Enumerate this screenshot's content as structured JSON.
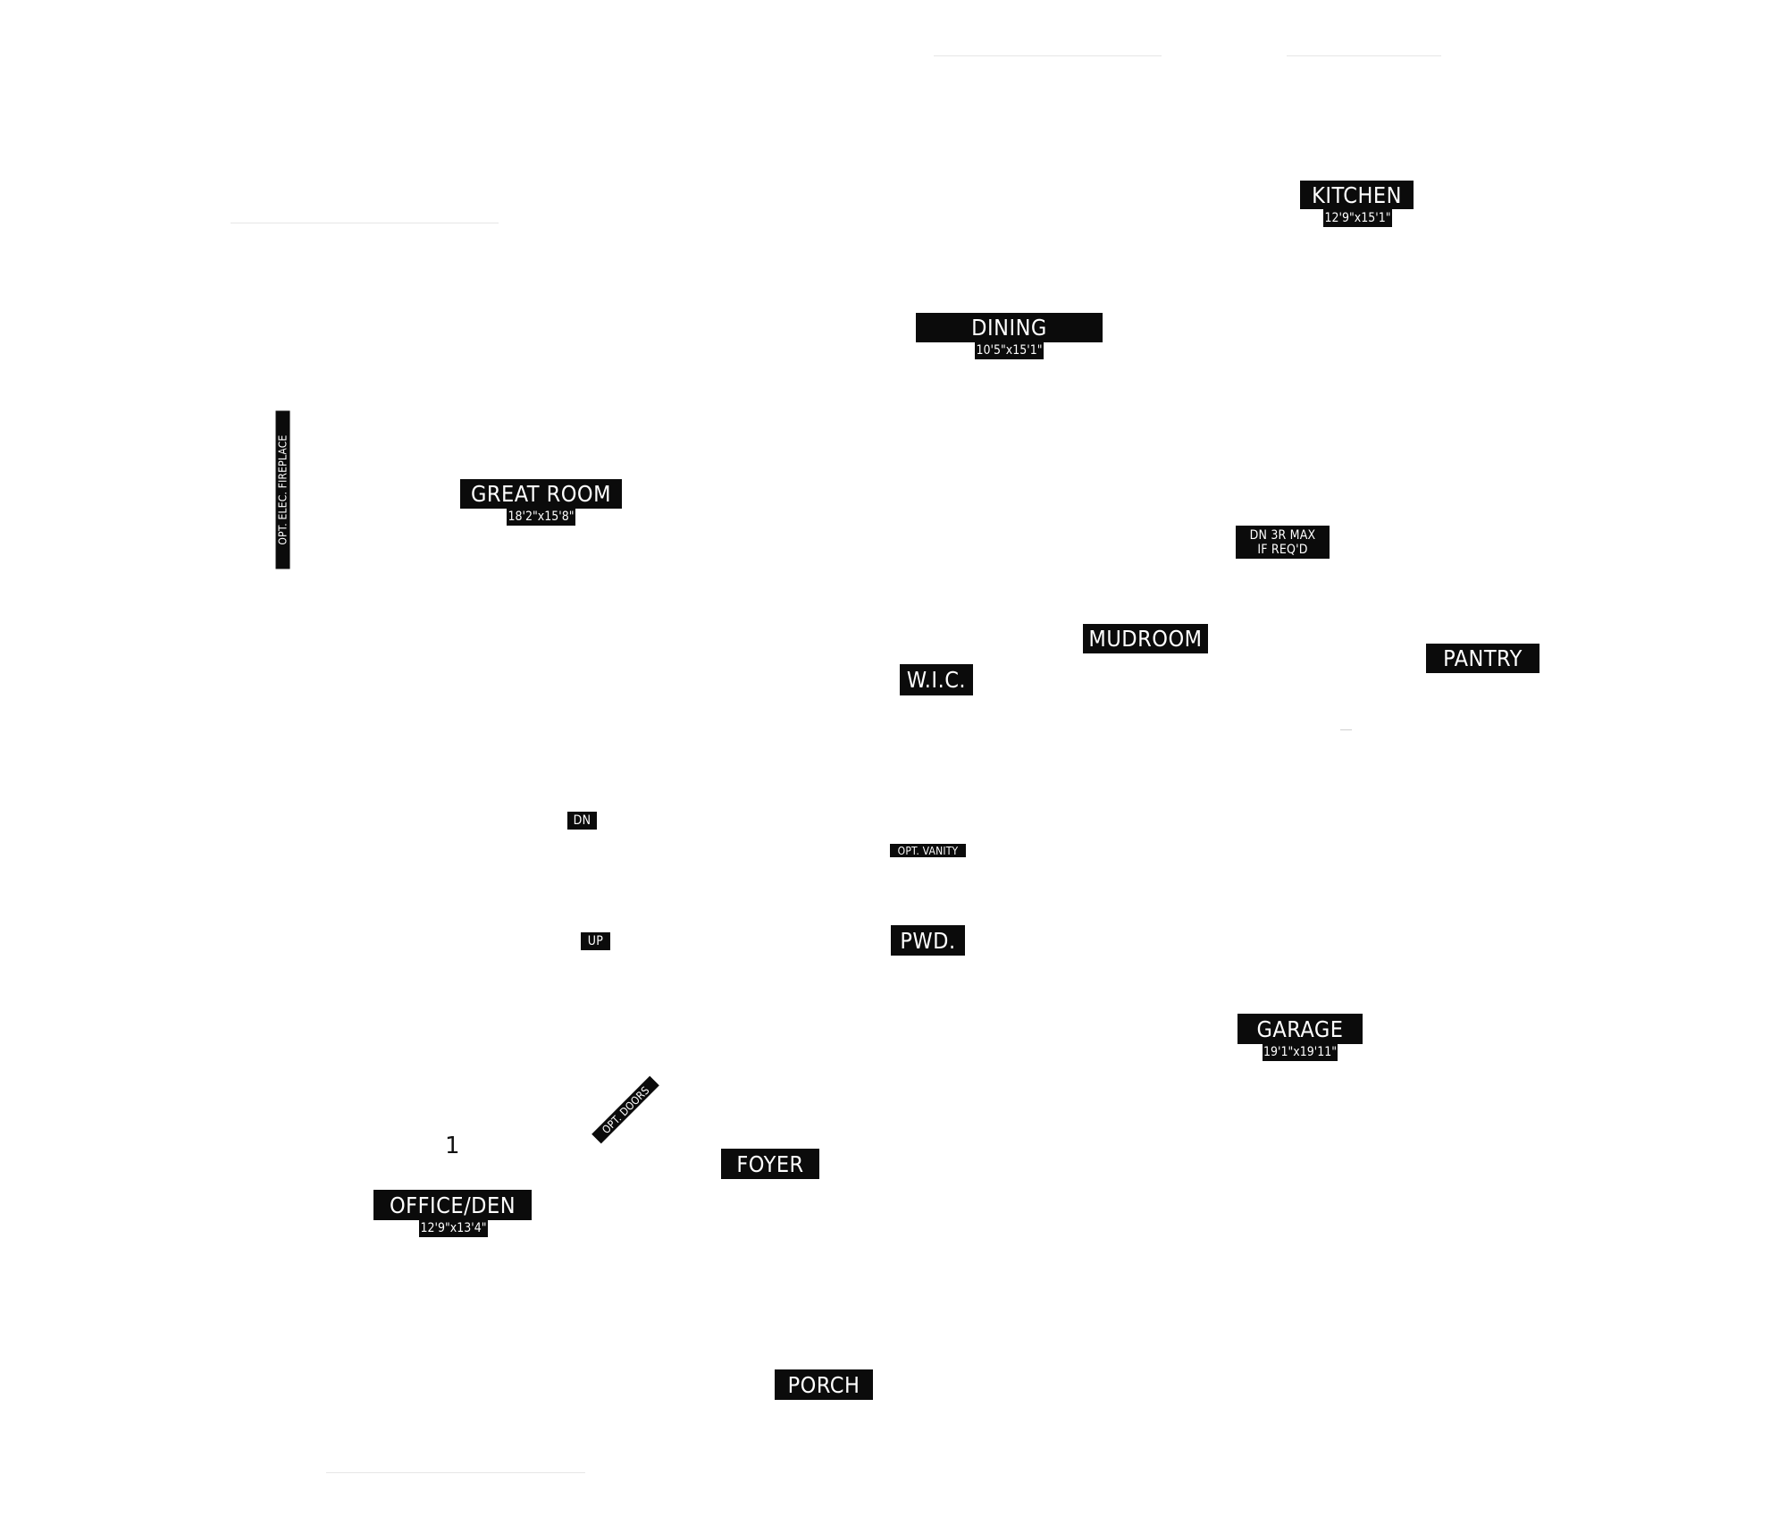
{
  "plan": {
    "rooms": {
      "kitchen": {
        "name": "KITCHEN",
        "dim": "12'9\"x15'1\""
      },
      "dining": {
        "name": "DINING",
        "dim": "10'5\"x15'1\""
      },
      "great_room": {
        "name": "GREAT ROOM",
        "dim": "18'2\"x15'8\""
      },
      "mudroom": {
        "name": "MUDROOM"
      },
      "pantry": {
        "name": "PANTRY"
      },
      "wic": {
        "name": "W.I.C."
      },
      "pwd": {
        "name": "PWD."
      },
      "garage": {
        "name": "GARAGE",
        "dim": "19'1\"x19'11\""
      },
      "foyer": {
        "name": "FOYER"
      },
      "office": {
        "name": "OFFICE/DEN",
        "dim": "12'9\"x13'4\""
      },
      "porch": {
        "name": "PORCH"
      }
    },
    "notes": {
      "fireplace": "OPT. ELEC. FIREPLACE",
      "dn_3r_line1": "DN 3R MAX",
      "dn_3r_line2": "IF REQ'D",
      "stair_dn": "DN",
      "stair_up": "UP",
      "opt_vanity": "OPT. VANITY",
      "opt_doors": "OPT. DOORS"
    },
    "level_marker": "1"
  }
}
